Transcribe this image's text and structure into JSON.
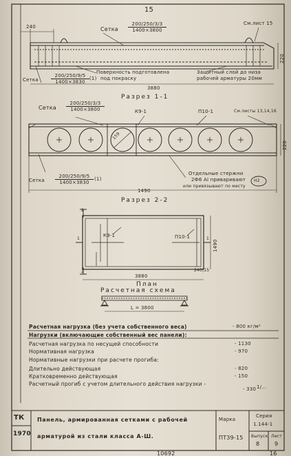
{
  "page_number": "15",
  "section1": {
    "dim_240": "240",
    "setka_label": "Сетка",
    "setka_top_a": "200/250/3/3",
    "setka_top_b": "1400×3800",
    "smliist_label": "См.лист 15",
    "height_dim": "220",
    "setka_bottom_label": "Сетка",
    "setka_bottom_a": "200/250/9/5",
    "setka_bottom_b": "1400×3830",
    "setka_bottom_suffix": "(1)",
    "surface_note_1": "Поверхность подготовлена",
    "surface_note_2": "под покраску",
    "protect_note_1": "Защитный слой до низа",
    "protect_note_2": "рабочей арматуры 20мм",
    "length_dim": "3880",
    "section_title": "Разрез 1-1"
  },
  "section2": {
    "setka_label": "Сетка",
    "setka_top_a": "200/250/3/3",
    "setka_top_b": "1400×3800",
    "k9_label": "К9-1",
    "p10_label": "П10-1",
    "smliisty_label": "См.листы 13,14,16",
    "circle_dim": "159",
    "height_dim": "220",
    "setka_bottom_label": "Сетка",
    "setka_bottom_a": "200/250/9/5",
    "setka_bottom_b": "1400×3830",
    "setka_bottom_suffix": "(1)",
    "rods_note_1": "Отдельные стержни",
    "rods_note_2": "2Ф6 АI приваривают",
    "rods_note_3": "или привязывают по месту",
    "rods_ref": "Н2",
    "length_dim": "1490",
    "section_title": "Разрез 2-2"
  },
  "plan": {
    "k9_label": "К9-1",
    "p10_label": "П10-1",
    "marker_2_top": "2",
    "marker_1_left": "1",
    "marker_2_bottom": "2",
    "marker_1_right": "1",
    "width_dim": "1490",
    "length_dim": "3880",
    "dim_240_15": "240|15",
    "plan_title": "План",
    "scheme_title": "Расчетная схема",
    "span_label": "L = 3800"
  },
  "loads": {
    "line1_a": "Расчетная нагрузка (без учета собственного веса)",
    "line1_b": "- 800 кг/м²",
    "line2": "Нагрузки (включающие собственный вес панели):",
    "items": [
      {
        "label": "Расчетная нагрузка по несущей способности",
        "value": "- 1130"
      },
      {
        "label": "Нормативная нагрузка",
        "value": "- 970"
      },
      {
        "label": "Нормативные нагрузки при расчете прогиба:",
        "value": ""
      },
      {
        "label": "Длительно действующая",
        "value": "- 820"
      },
      {
        "label": "Кратковременно действующая",
        "value": "- 150"
      },
      {
        "label": "Расчетный прогиб с учетом длительного действия нагрузки -",
        "value": "- 330"
      }
    ],
    "deflection_suffix": "1/..."
  },
  "titleblock": {
    "org": "ТК",
    "year": "1970",
    "desc_line1": "Панель, армированная сетками с рабочей",
    "desc_line2": "арматурой из стали класса А-Ш.",
    "marka_label": "Марка",
    "marka_value": "ПТ39-15",
    "seriya_label": "Серия",
    "seriya_value": "1.144-1",
    "vypusk_label": "Выпуск",
    "vypusk_value": "8",
    "list_label": "Лист",
    "list_value": "9"
  },
  "footer": {
    "stamp_number": "10692",
    "page_corner": "16"
  }
}
